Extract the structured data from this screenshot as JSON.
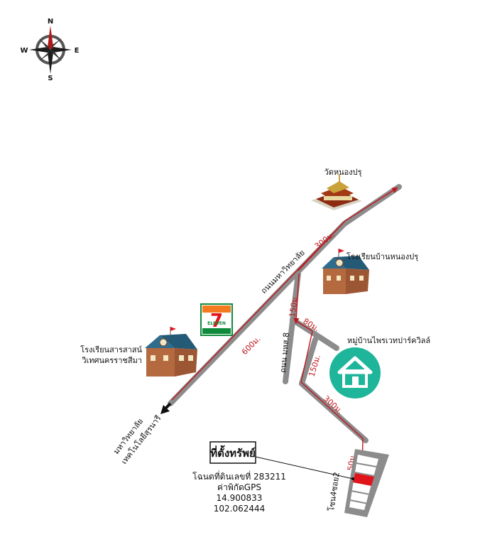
{
  "compass": {
    "n": "N",
    "s": "S",
    "e": "E",
    "w": "W"
  },
  "roads": {
    "main": "ถนนมหาวิทยาลัย",
    "side": "ถนน มหส.8",
    "lane": "โซน4ซอย2"
  },
  "places": {
    "temple": "วัดหนองปรุ",
    "school_north": "โรงเรียนบ้านหนองปรุ",
    "school_west_line1": "โรงเรียนสารสาสน์",
    "school_west_line2": "วิเทศนครราชสีมา",
    "village": "หมู่บ้านไพรเวทปาร์ควิลล์",
    "university_line1": "มหาวิทยาลัย",
    "university_line2": "เทคโนโลยีสุรนารี",
    "store_line1": "7",
    "store_line2": "ELEVEN"
  },
  "distances": {
    "d300_top": "300ม.",
    "d600": "600ม.",
    "d150_a": "150ม.",
    "d80": "80ม.",
    "d150_b": "150ม.",
    "d300_lower": "300ม.",
    "d50": "50ม."
  },
  "property": {
    "title": "ที่ตั้งทรัพย์",
    "deed": "โฉนดที่ดินเลขที่ 283211",
    "gps_label": "ค่าพิกัดGPS",
    "lat": "14.900833",
    "lon": "102.062444"
  },
  "colors": {
    "road": "#8c8c8c",
    "route": "#c0181e",
    "village_green": "#1fb59a",
    "store_green": "#0f8a3a",
    "store_orange": "#f47a20",
    "store_red": "#e0151b",
    "roof_blue": "#2f6d8e",
    "brick": "#b5693f"
  }
}
